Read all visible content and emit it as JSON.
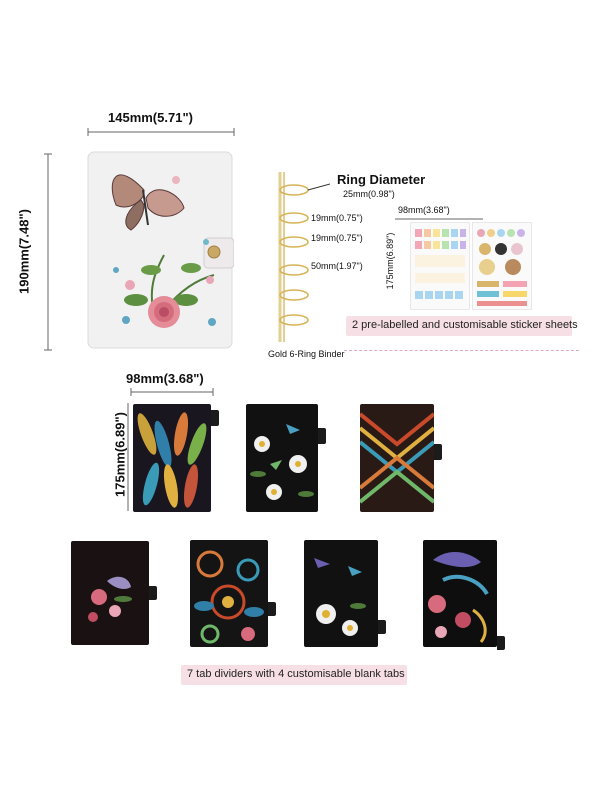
{
  "binder": {
    "width_label": "145mm(5.71\")",
    "height_label": "190mm(7.48\")"
  },
  "rings": {
    "title": "Ring Diameter",
    "diameter_label": "25mm(0.98\")",
    "spacing_1": "19mm(0.75\")",
    "spacing_2": "19mm(0.75\")",
    "spacing_3": "50mm(1.97\")",
    "caption": "Gold 6-Ring Binder"
  },
  "stickers": {
    "width_label": "98mm(3.68\")",
    "height_label": "175mm(6.89\")",
    "caption": "2 pre-labelled and customisable sticker sheets"
  },
  "dividers": {
    "width_label": "98mm(3.68\")",
    "height_label": "175mm(6.89\")",
    "caption": "7 tab dividers with 4 customisable blank tabs"
  },
  "colors": {
    "binder": "#f2f1f2",
    "ring_gold": "#d8b35a",
    "caption_box": "#f7dfe6",
    "divider_dark": "#151515"
  }
}
